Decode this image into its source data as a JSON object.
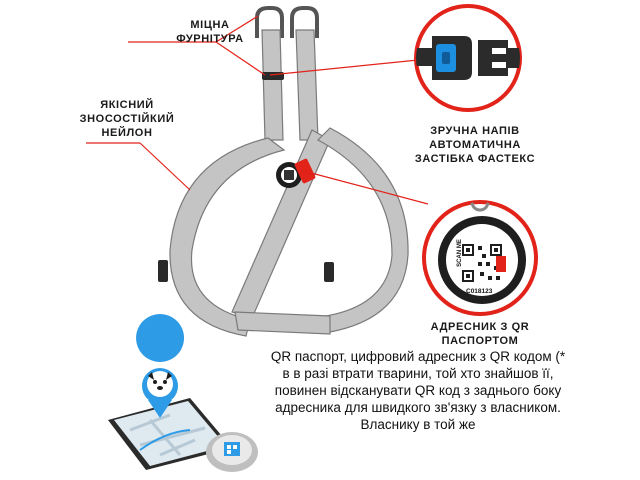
{
  "labels": {
    "hardware_line1": "МІЦНА",
    "hardware_line2": "ФУРНІТУРА",
    "nylon_line1": "ЯКІСНИЙ",
    "nylon_line2": "ЗНОСОСТІЙКИЙ",
    "nylon_line3": "НЕЙЛОН",
    "buckle_line1": "ЗРУЧНА НАПІВ",
    "buckle_line2": "АВТОМАТИЧНА",
    "buckle_line3": "ЗАСТІБКА ФАСТЕКС",
    "tag_line1": "АДРЕСНИК З QR",
    "tag_line2": "ПАСПОРТОМ"
  },
  "tag": {
    "scan_text": "SCAN ME",
    "code": "C018123"
  },
  "caption": "QR паспорт, цифровий адресник з QR кодом (* в в разі втрати тварини, той хто знайшов її, повинен відсканувати QR код з заднього боку адресника для швидкого зв'язку з власником. Власнику в той же",
  "colors": {
    "accent_red": "#e2231a",
    "harness_gray": "#c4c4c4",
    "buckle_blue": "#1c8fe0",
    "pin_blue": "#2e9be6",
    "dark": "#1e1e1e"
  },
  "icons": [
    "map-pin-dog-icon",
    "phone-map-icon",
    "qr-tag-icon",
    "qr-code-icon"
  ]
}
